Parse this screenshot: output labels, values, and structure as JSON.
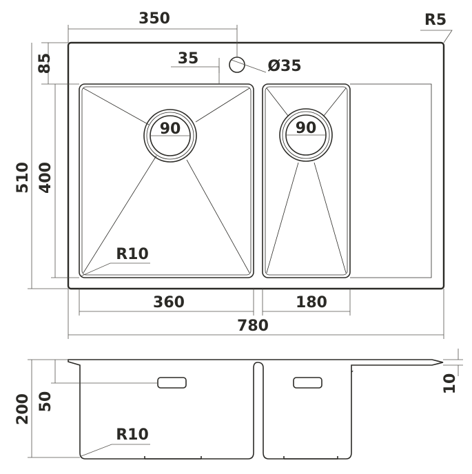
{
  "labels": {
    "width_top_to_hole": "350",
    "corner_radius_top": "R5",
    "top_margin": "85",
    "hole_offset": "35",
    "hole_diameter": "Ø35",
    "overall_depth": "510",
    "bowl_depth": "400",
    "drain_left": "90",
    "drain_right": "90",
    "inner_radius_top": "R10",
    "left_bowl_width": "360",
    "right_bowl_width": "180",
    "overall_width": "780",
    "bowl_height": "200",
    "overflow_height": "50",
    "flange_thickness": "10",
    "inner_radius_section": "R10"
  },
  "colors": {
    "line": "#2b2a26",
    "dimension": "#55534e",
    "background": "#ffffff"
  }
}
